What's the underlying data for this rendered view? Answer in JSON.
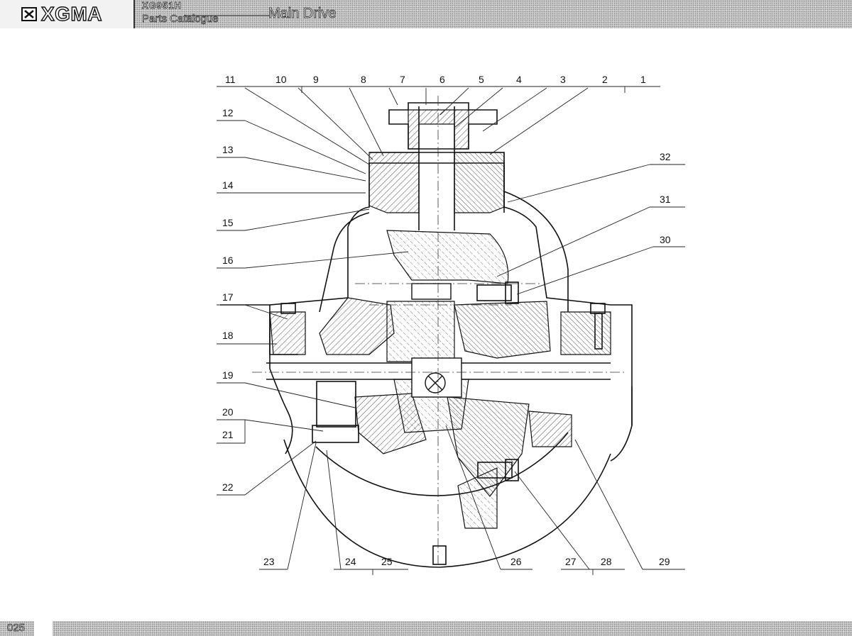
{
  "header": {
    "brand": "XGMA",
    "model": "XG951H",
    "catalog_label": "Parts Catalogue",
    "section_title": "Main Drive"
  },
  "footer": {
    "page_number": "025"
  },
  "diagram": {
    "callouts": [
      "1",
      "2",
      "3",
      "4",
      "5",
      "6",
      "7",
      "8",
      "9",
      "10",
      "11",
      "12",
      "13",
      "14",
      "15",
      "16",
      "17",
      "18",
      "19",
      "20",
      "21",
      "22",
      "23",
      "24",
      "25",
      "26",
      "27",
      "28",
      "29",
      "30",
      "31",
      "32"
    ]
  }
}
